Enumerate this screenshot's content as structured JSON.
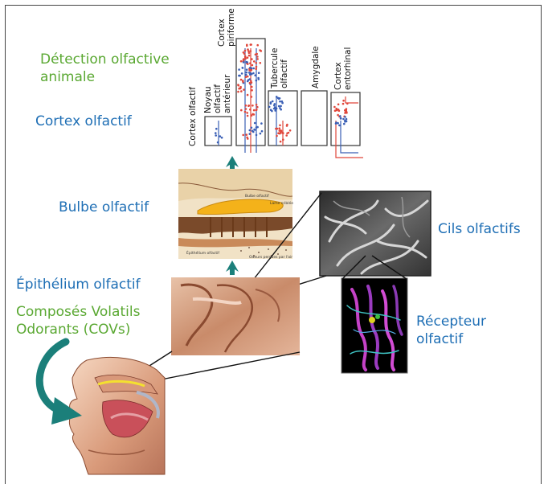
{
  "labels": {
    "detection_line1": "Détection olfactive",
    "detection_line2": "animale",
    "cortex": "Cortex olfactif",
    "bulbe": "Bulbe olfactif",
    "cils": "Cils olfactifs",
    "epithelium": "Épithélium olfactif",
    "covs_line1": "Composés Volatils",
    "covs_line2": "Odorants (COVs)",
    "recepteur_line1": "Récepteur",
    "recepteur_line2": "olfactif"
  },
  "cortex_regions": {
    "r1": "Cortex olfactif",
    "r2a": "Noyau",
    "r2b": "olfactif",
    "r2c": "antérieur",
    "r3a": "Cortex",
    "r3b": "piriforme",
    "r4a": "Tubercule",
    "r4b": "olfactif",
    "r5": "Amygdale",
    "r6a": "Cortex",
    "r6b": "entorhinal"
  },
  "bulb_image_text": {
    "t1": "Bulbe olfactif",
    "t2": "Lame criblée",
    "t3": "Épithélium olfactif",
    "t4": "Odeurs perçues par l'air"
  },
  "colors": {
    "title_blue": "#1f6fb5",
    "title_green": "#5aa832",
    "arrow_teal": "#1b7f7a",
    "dots_red": "#e0463a",
    "dots_blue": "#3a5fb5"
  }
}
